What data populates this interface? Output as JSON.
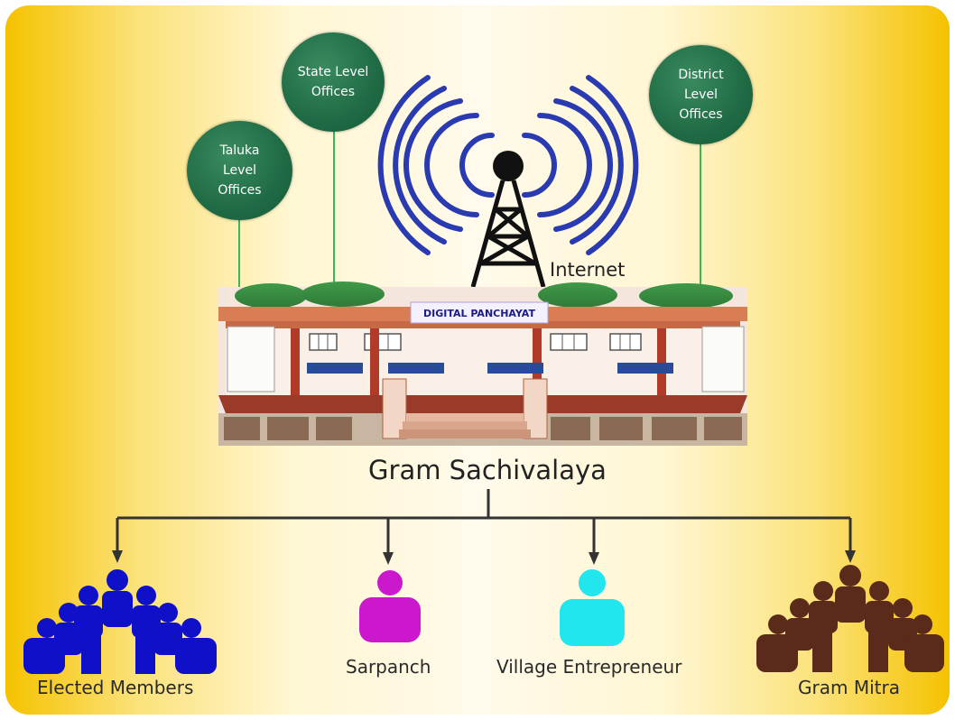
{
  "nodes": {
    "state_offices": "State Level\nOffices",
    "taluka_offices": "Taluka\nLevel\nOffices",
    "district_offices": "District\nLevel\nOffices",
    "internet": "Internet",
    "banner": "DIGITAL PANCHAYAT",
    "hub": "Gram Sachivalaya"
  },
  "members": [
    {
      "label": "Elected Members",
      "color": "#1010c8"
    },
    {
      "label": "Sarpanch",
      "color": "#cc18cc"
    },
    {
      "label": "Village Entrepreneur",
      "color": "#22e6ee"
    },
    {
      "label": "Gram Mitra",
      "color": "#5a2a1a"
    }
  ],
  "colors": {
    "office_circle": "#1f6b45",
    "connector_green": "#3cb55a",
    "signal_waves": "#2a3ab0",
    "tower": "#111111",
    "frame": "#f5c200"
  }
}
